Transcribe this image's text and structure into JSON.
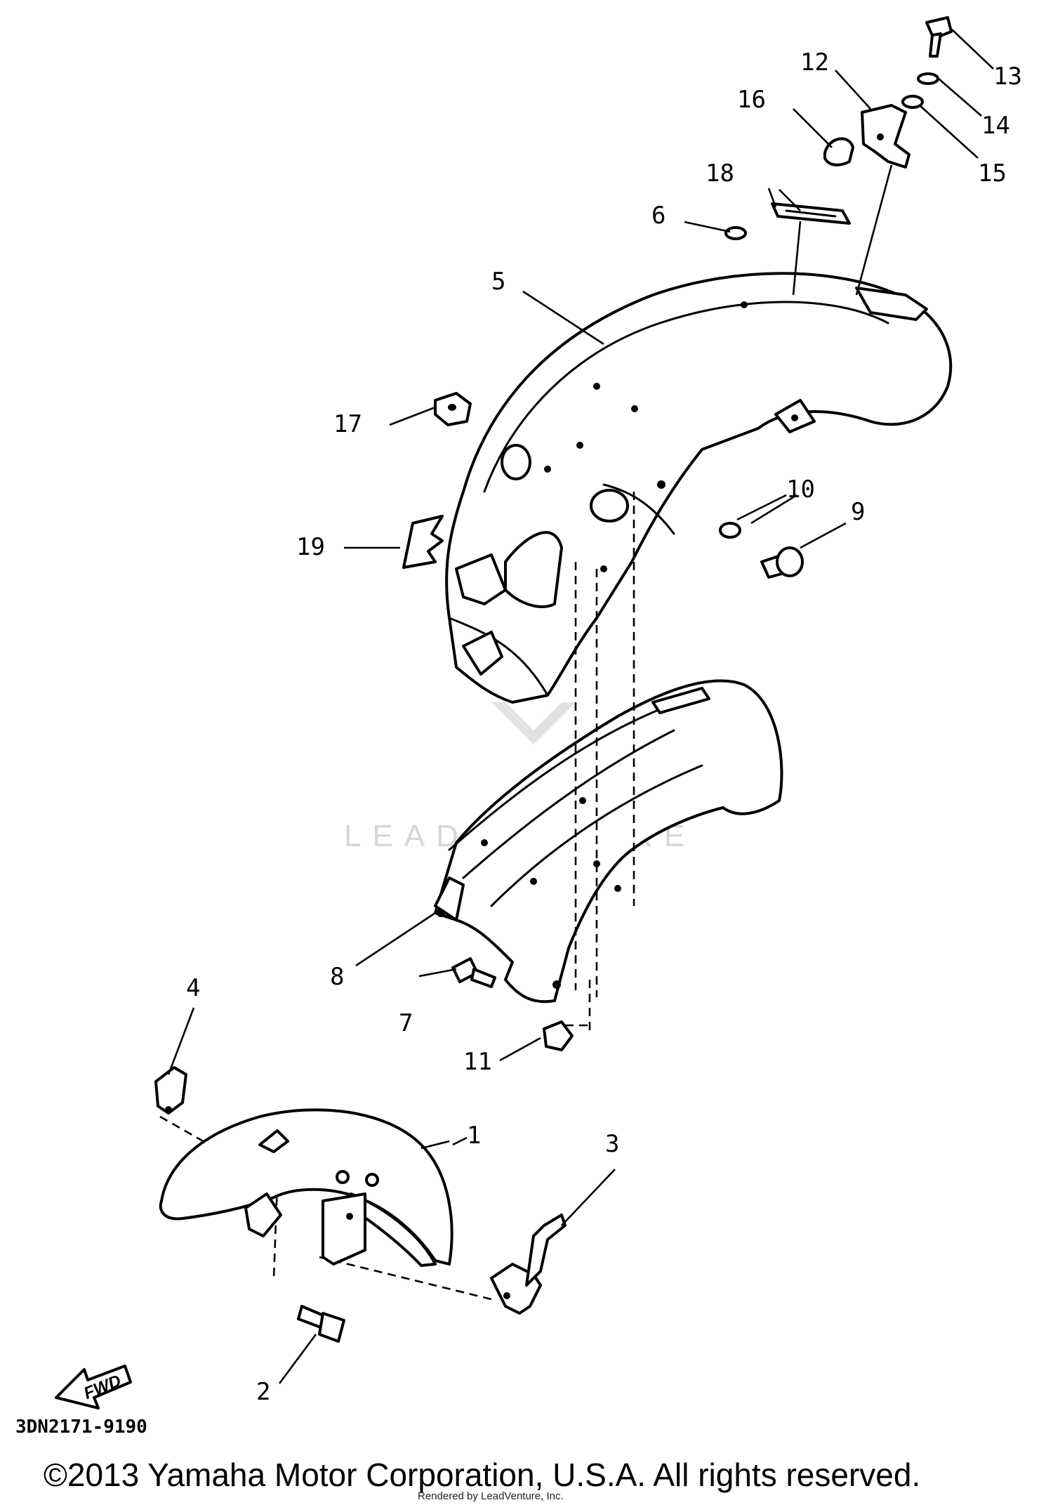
{
  "diagram": {
    "code": "3DN2171-9190",
    "copyright": "©2013 Yamaha Motor Corporation, U.S.A. All rights reserved.",
    "render_credit": "Rendered by LeadVenture, Inc.",
    "watermark": "LEADVENTURE",
    "fwd_label": "FWD",
    "callouts": [
      "1",
      "2",
      "3",
      "4",
      "5",
      "6",
      "7",
      "8",
      "9",
      "10",
      "11",
      "12",
      "13",
      "14",
      "15",
      "16",
      "17",
      "18",
      "19"
    ]
  }
}
